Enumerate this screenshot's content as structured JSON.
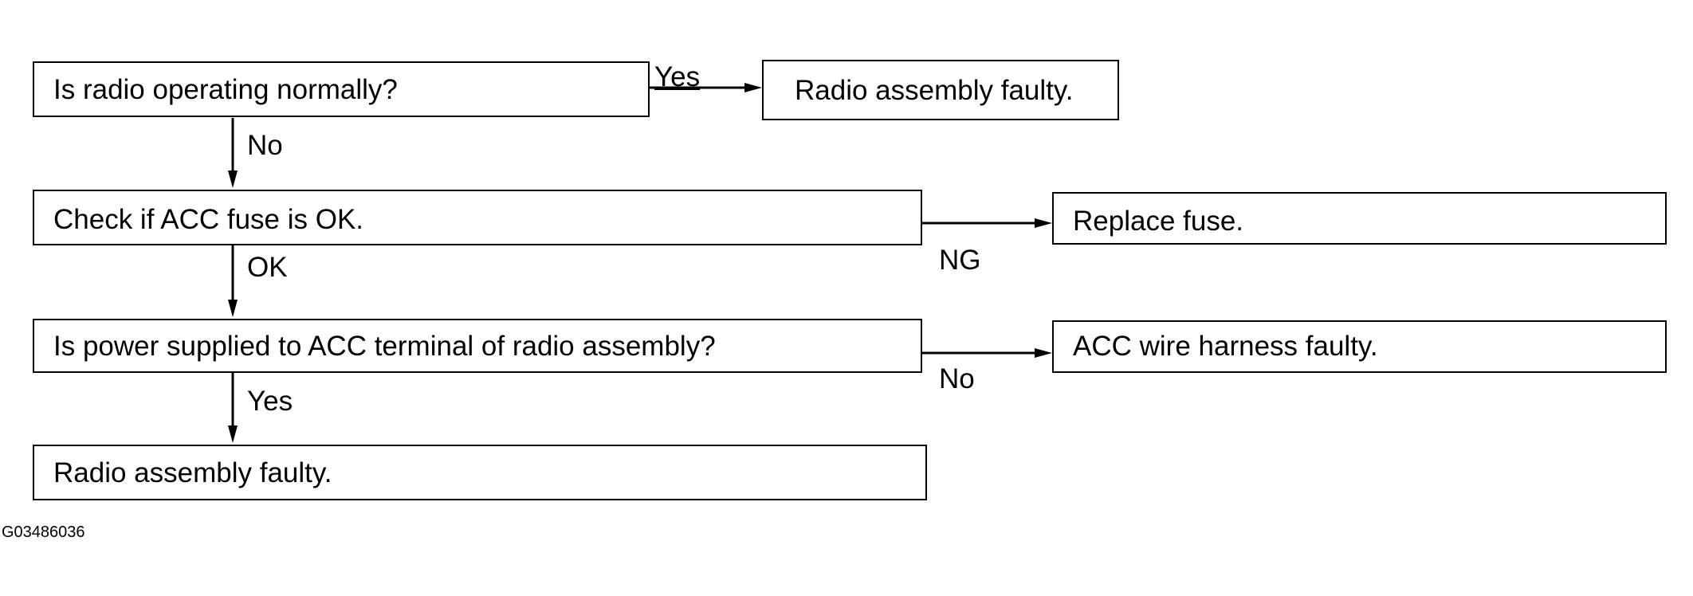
{
  "nodes": {
    "q_radio_normal": "Is radio operating normally?",
    "r_radio_faulty_top": "Radio assembly faulty.",
    "q_acc_fuse": "Check if ACC fuse is OK.",
    "r_replace_fuse": "Replace fuse.",
    "q_power_acc": "Is power supplied to ACC terminal of radio assembly?",
    "r_acc_harness": "ACC wire harness faulty.",
    "r_radio_faulty_bottom": "Radio assembly faulty."
  },
  "edges": {
    "radio_yes": "Yes",
    "radio_no": "No",
    "fuse_ok": "OK",
    "fuse_ng": "NG",
    "power_no": "No",
    "power_yes": "Yes"
  },
  "figure_code": "G03486036"
}
